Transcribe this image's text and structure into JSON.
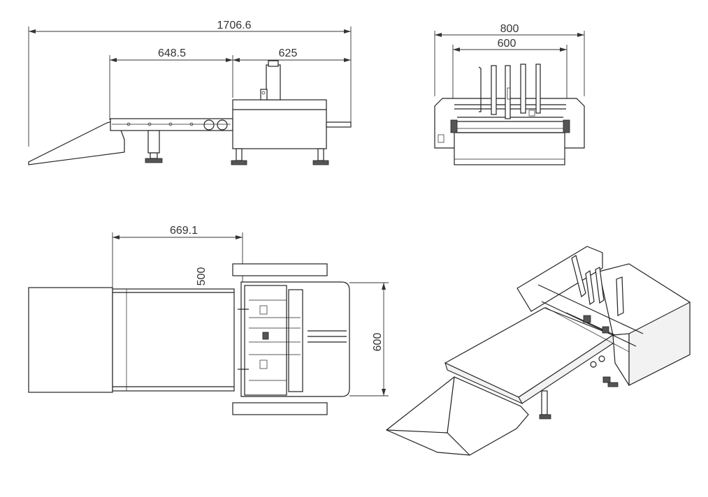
{
  "dimensions": {
    "side_overall": "1706.6",
    "side_conveyor": "648.5",
    "side_machine": "625",
    "front_overall": "800",
    "front_inner": "600",
    "top_conveyor_length": "669.1",
    "top_conveyor_width": "500",
    "top_machine_width": "600"
  }
}
